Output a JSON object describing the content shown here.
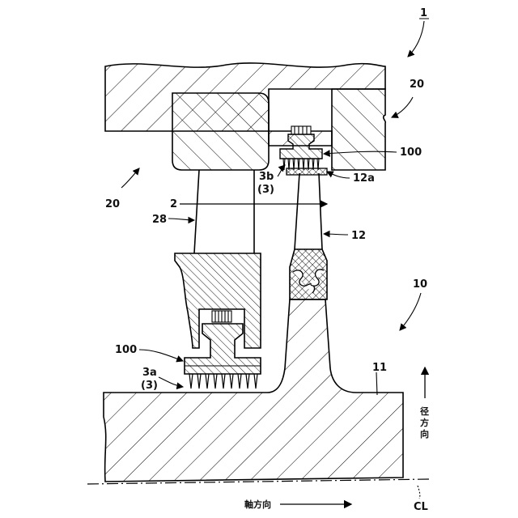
{
  "labels": {
    "fig_ref": "1",
    "casing_ref_right": "20",
    "casing_ref_left": "20",
    "seal_ref_top": "100",
    "seal_ref_bottom": "100",
    "fin_top": "3b",
    "fin_top_group": "(3)",
    "fin_bottom": "3a",
    "fin_bottom_group": "(3)",
    "shroud_ref": "12a",
    "flow_ref": "2",
    "vane_ref": "28",
    "blade_ref": "12",
    "rotor_ref": "10",
    "disk_ref": "11",
    "radial_c1": "径",
    "radial_c2": "方",
    "radial_c3": "向",
    "axial_label": "軸方向",
    "centerline": "CL"
  }
}
